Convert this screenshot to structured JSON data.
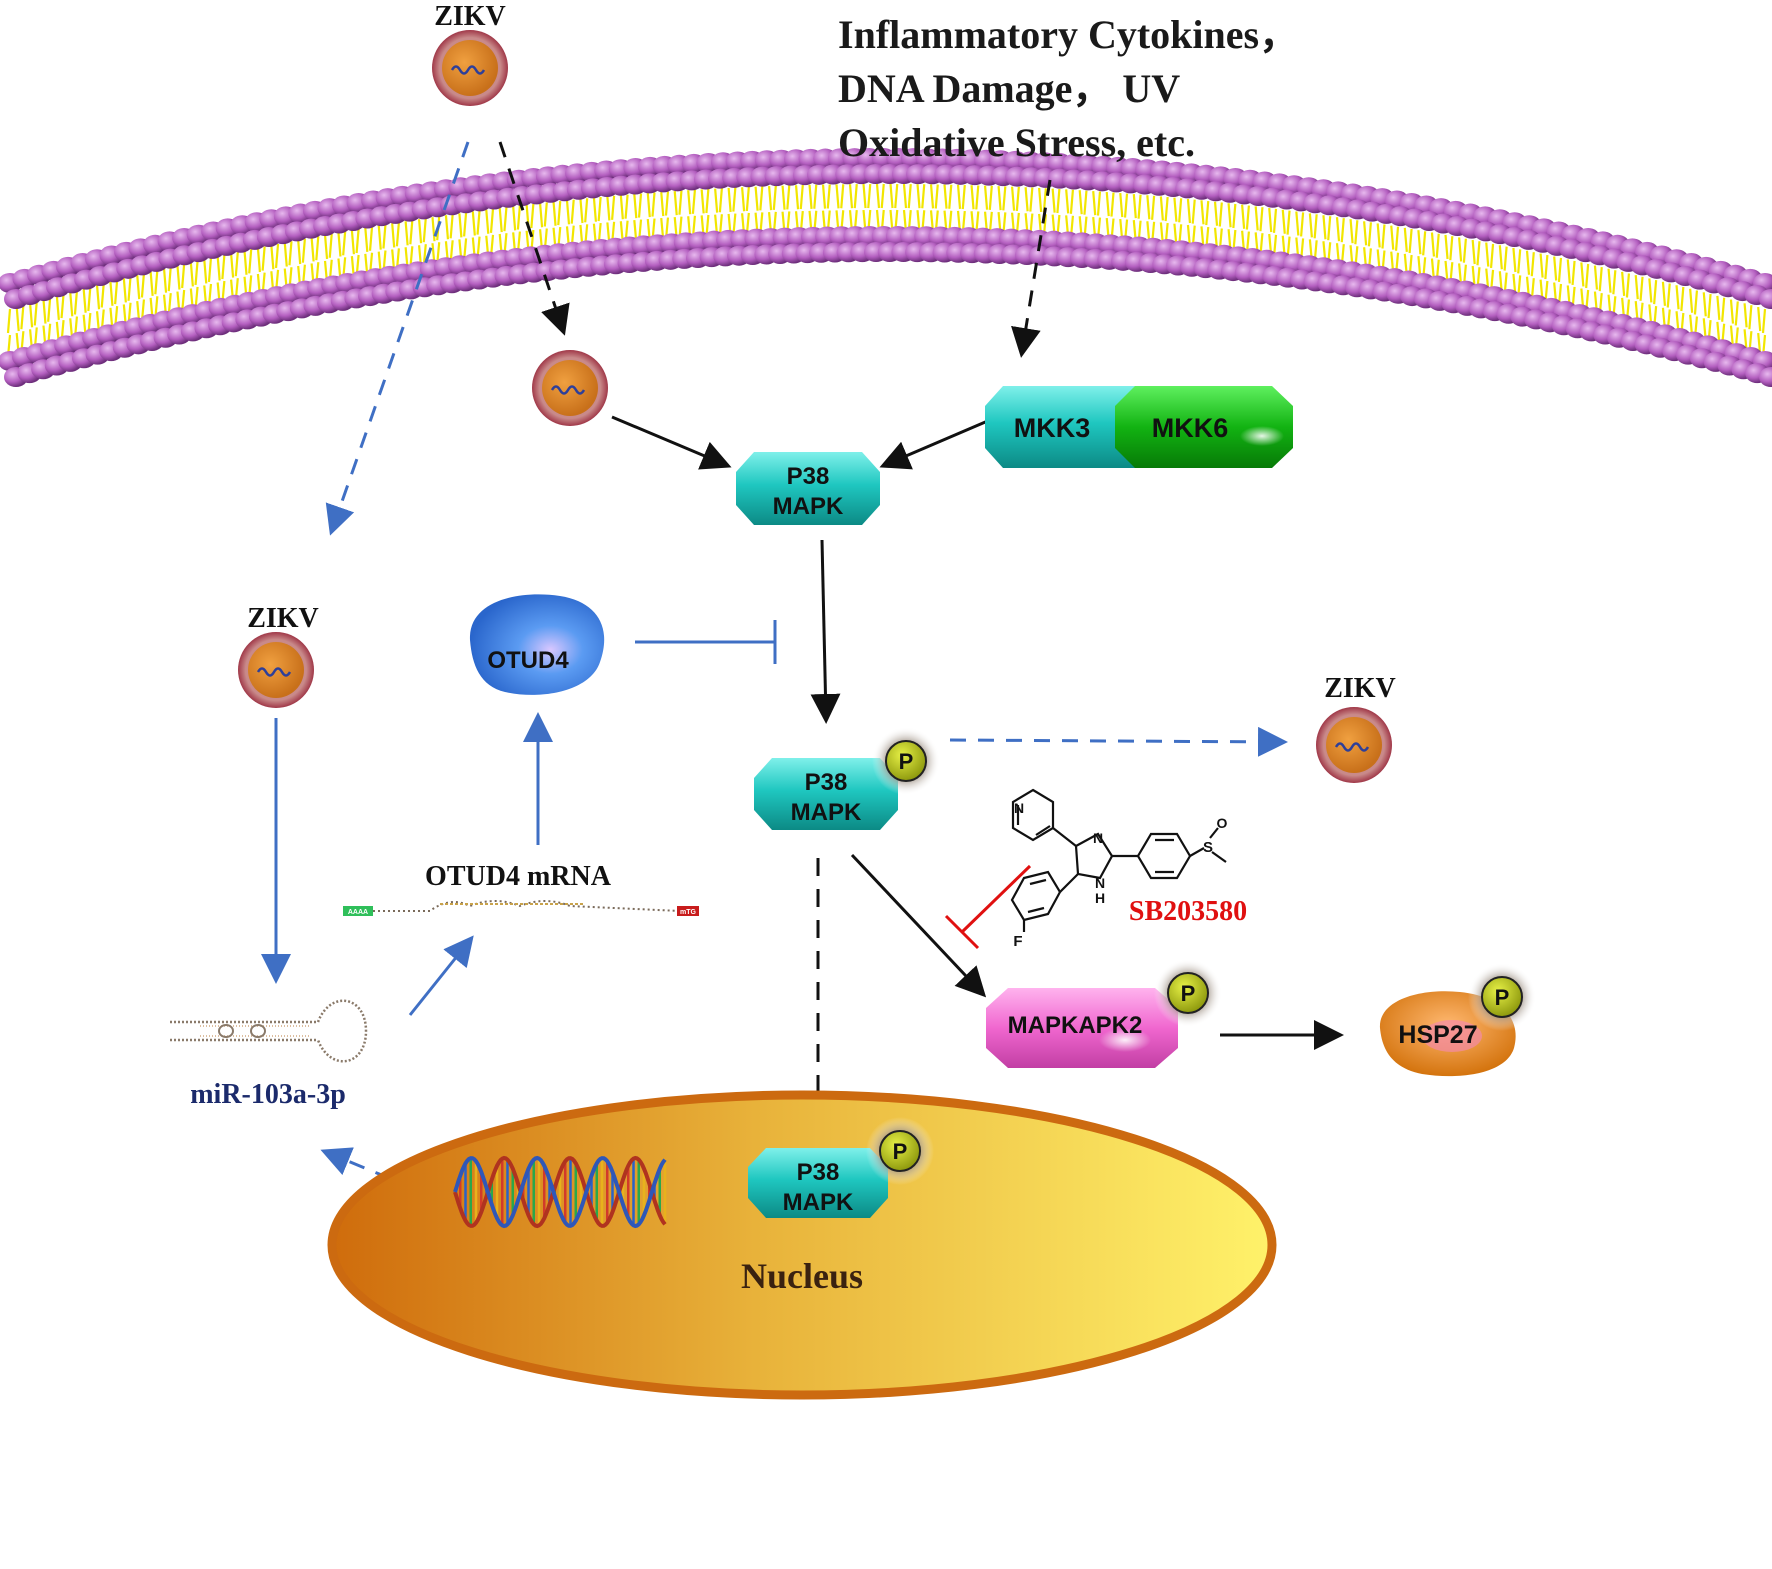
{
  "stimuli": {
    "line1": "Inflammatory Cytokines，",
    "line2": "DNA Damage，  UV",
    "line3": "Oxidative Stress, etc."
  },
  "virus_labels": {
    "top": "ZIKV",
    "left": "ZIKV",
    "right": "ZIKV"
  },
  "kinases": {
    "mkk3": "MKK3",
    "mkk6": "MKK6",
    "p38_line1": "P38",
    "p38_line2": "MAPK",
    "mapkapk2": "MAPKAPK2",
    "hsp27": "HSP27",
    "phospho": "P"
  },
  "regulators": {
    "otud4": "OTUD4",
    "otud4_mrna": "OTUD4 mRNA",
    "mrna_left_tag": "AAAA",
    "mrna_right_tag": "mTG",
    "mirna": "miR-103a-3p"
  },
  "inhibitor": {
    "name": "SB203580",
    "atoms": {
      "n_pyridine": "N",
      "n_imidazole": "N",
      "nh": "N",
      "h": "H",
      "f": "F",
      "s": "S",
      "o": "O"
    }
  },
  "nucleus": {
    "label": "Nucleus"
  },
  "colors": {
    "membrane_head": "#b45fc0",
    "membrane_tail": "#f2e600",
    "teal_kinase": "#1fc7c0",
    "mkk6_green": "#12b312",
    "mapkapk2_pink": "#f067cf",
    "hsp27_orange": "#e98a1c",
    "otud4_blue": "#3e86ea",
    "virus_core": "#d9801c",
    "virus_ring": "#b84c58",
    "blue_arrow": "#3f6fc4",
    "inhibitor_red": "#e01010",
    "nucleus_rim": "#cc6a10"
  }
}
